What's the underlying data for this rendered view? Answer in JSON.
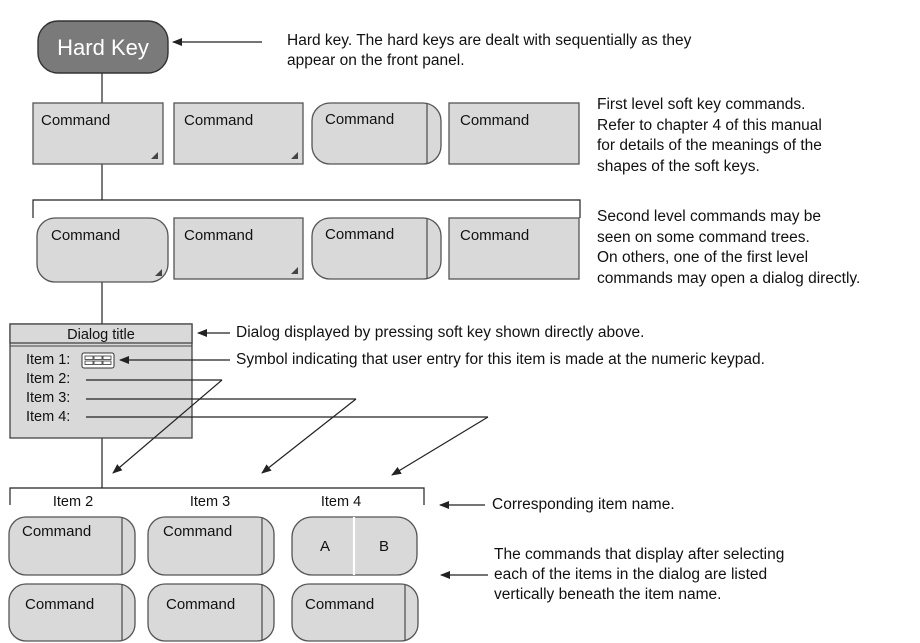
{
  "hard_key": {
    "label": "Hard Key",
    "note": "Hard key. The hard keys are dealt with sequentially as they\nappear on the front panel."
  },
  "first_level": {
    "keys": [
      {
        "label": "Command",
        "shape": "rect-arrow"
      },
      {
        "label": "Command",
        "shape": "rect-arrow"
      },
      {
        "label": "Command",
        "shape": "rounded-bar"
      },
      {
        "label": "Command",
        "shape": "rect"
      }
    ],
    "note": "First level soft key commands.\nRefer to chapter 4 of this manual\nfor details of the meanings of the\nshapes of the soft keys."
  },
  "second_level": {
    "keys": [
      {
        "label": "Command",
        "shape": "rounded-arrow"
      },
      {
        "label": "Command",
        "shape": "rect-arrow"
      },
      {
        "label": "Command",
        "shape": "rounded-bar"
      },
      {
        "label": "Command",
        "shape": "rect"
      }
    ],
    "note": "Second level commands may be\nseen on some command trees.\nOn others, one of the first level\ncommands may open a dialog directly."
  },
  "dialog": {
    "title": "Dialog title",
    "items": [
      "Item 1:",
      "Item 2:",
      "Item 3:",
      "Item 4:"
    ],
    "note_title": "Dialog displayed by pressing soft key shown directly above.",
    "note_symbol": "Symbol indicating that user entry for this item is made at the numeric keypad."
  },
  "item_names": {
    "labels": [
      "Item 2",
      "Item 3",
      "Item 4"
    ],
    "note": "Corresponding item name."
  },
  "bottom": {
    "row1": [
      {
        "label": "Command"
      },
      {
        "label": "Command"
      },
      {
        "label_a": "A",
        "label_b": "B"
      }
    ],
    "row2": [
      {
        "label": "Command"
      },
      {
        "label": "Command"
      },
      {
        "label": "Command"
      }
    ],
    "note": "The commands that display after selecting\neach of the items in the dialog are listed\nvertically beneath the item name."
  },
  "colors": {
    "hard_key_fill": "#7a7a7a",
    "key_fill": "#d9d9d9",
    "outline": "#555555"
  }
}
